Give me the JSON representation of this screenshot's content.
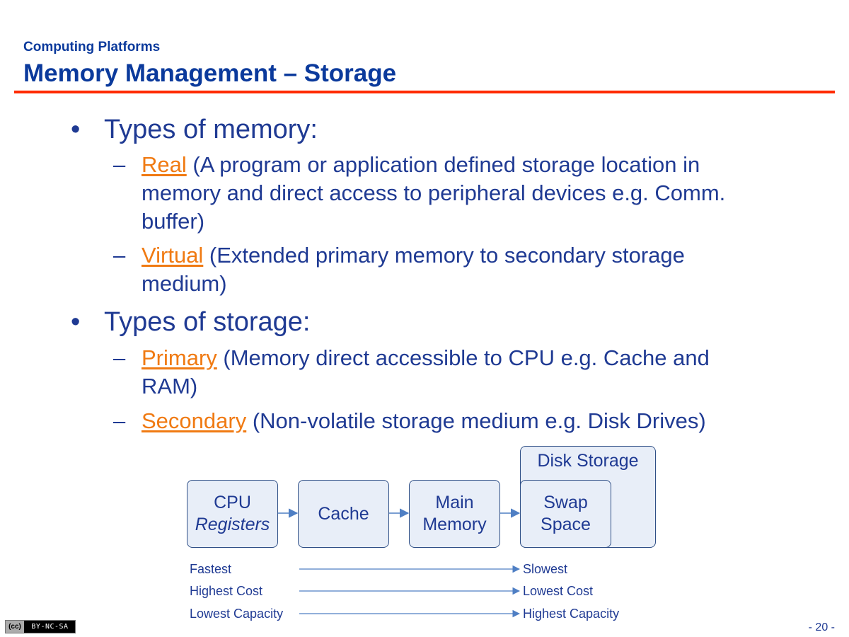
{
  "header": {
    "subtitle": "Computing Platforms",
    "title": "Memory Management – Storage"
  },
  "bullets": [
    {
      "text": "Types of memory:",
      "items": [
        {
          "term": "Real",
          "rest": " (A program or application defined storage location in memory and direct access to peripheral devices e.g. Comm. buffer)"
        },
        {
          "term": "Virtual",
          "rest": " (Extended primary memory to secondary storage medium)"
        }
      ]
    },
    {
      "text": "Types of storage:",
      "items": [
        {
          "term": "Primary",
          "rest": " (Memory direct accessible to CPU e.g. Cache and RAM)"
        },
        {
          "term": "Secondary",
          "rest": " (Non-volatile storage medium e.g. Disk Drives)"
        }
      ]
    }
  ],
  "diagram": {
    "cpu": {
      "line1": "CPU",
      "line2": "Registers"
    },
    "cache": "Cache",
    "main_memory": {
      "line1": "Main",
      "line2": "Memory"
    },
    "disk_storage": "Disk Storage",
    "swap_space": {
      "line1": "Swap",
      "line2": "Space"
    },
    "scales": [
      {
        "from": "Fastest",
        "to": "Slowest"
      },
      {
        "from": "Highest Cost",
        "to": "Lowest Cost"
      },
      {
        "from": "Lowest Capacity",
        "to": "Highest Capacity"
      }
    ]
  },
  "footer": {
    "page_number": "- 20 -",
    "license_cc": "(cc)",
    "license": "BY-NC-SA"
  },
  "colors": {
    "title": "#0b3a9c",
    "text": "#1f3a93",
    "term": "#f07a12",
    "rule": "#ff2a00",
    "box_fill": "#e8eef8",
    "arrow": "#4f7fc4"
  }
}
